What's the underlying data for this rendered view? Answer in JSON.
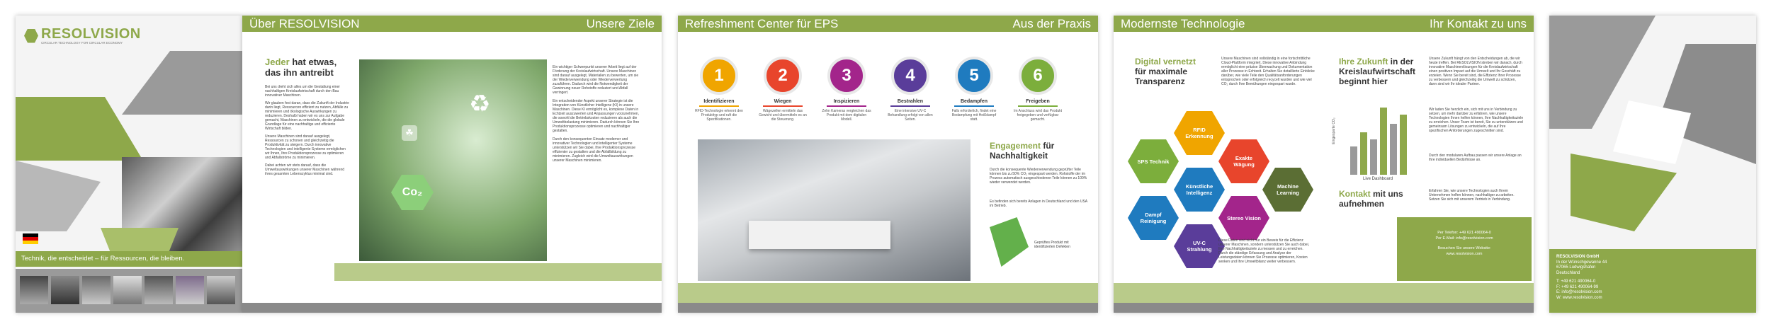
{
  "cover": {
    "brand": "RESOLVISION",
    "tagline": "CIRCULAR TECHNOLOGY FOR CIRCULAR ECONOMY",
    "slogan": "Technik, die entscheidet – für Ressourcen, die bleiben."
  },
  "spread1": {
    "left_title": "Über RESOLVISION",
    "right_title": "Unsere Ziele",
    "heading_accent": "Jeder",
    "heading_rest": "hat etwas,",
    "heading_line2": "das ihn antreibt",
    "paragraphs": [
      "Bei uns dreht sich alles um die Gestaltung einer nachhaltigen Kreislaufwirtschaft durch den Bau innovativer Maschinen.",
      "Wir glauben fest daran, dass die Zukunft der Industrie darin liegt, Ressourcen effizient zu nutzen, Abfälle zu minimieren und ökologische Auswirkungen zu reduzieren. Deshalb haben wir es uns zur Aufgabe gemacht, Maschinen zu entwickeln, die die globale Grundlage für eine nachhaltige und effiziente Wirtschaft bilden.",
      "Unsere Maschinen sind darauf ausgelegt, Ressourcen zu schonen und gleichzeitig die Produktivität zu steigern. Durch innovative Technologien und intelligente Systeme ermöglichen wir Ihnen, Ihre Produktionsprozesse zu optimieren und Abfallströme zu minimieren.",
      "Dabei achten wir stets darauf, dass die Umweltauswirkungen unserer Maschinen während ihres gesamten Lebenszyklus minimal sind."
    ],
    "right_paragraphs": [
      "Ein wichtiger Schwerpunkt unserer Arbeit liegt auf der Förderung der Kreislaufwirtschaft. Unsere Maschinen sind darauf ausgelegt, Materialien zu bewerten, um sie der Wiederverwendung oder Wiederverwertung zuzuführen. Dadurch wird die Notwendigkeit der Gewinnung neuer Rohstoffe reduziert und Abfall verringert.",
      "Ein entscheidender Aspekt unserer Strategie ist die Integration von Künstlicher Intelligenz (KI) in unsere Maschinen. Diese KI ermöglicht es, komplexe Daten in Echtzeit auszuwerten und Anpassungen vorzunehmen, die sowohl die Betriebskosten reduzieren als auch die Umweltbelastung minimieren. Dadurch können Sie Ihre Produktionsprozesse optimieren und nachhaltiger gestalten.",
      "Durch den konsequenten Einsatz moderner und innovativer Technologien und intelligenter Systeme unterstützen wir Sie dabei, Ihre Produktionsprozesse effizienter zu gestalten und die Abfallbildung zu minimieren. Zugleich wird die Umweltauswirkungen unserer Maschinen minimieren."
    ],
    "co2_label": "Co₂"
  },
  "spread2": {
    "left_title": "Refreshment Center für EPS",
    "right_title": "Aus der Praxis",
    "steps": [
      {
        "num": "1",
        "label": "Identifizieren",
        "desc": "RFID-Technologie erkennt den Produkttyp und ruft die Spezifikationen.",
        "color": "#f0a500"
      },
      {
        "num": "2",
        "label": "Wiegen",
        "desc": "Wägezellen ermitteln das Gewicht und übermitteln es an die Steuerung.",
        "color": "#e8452c"
      },
      {
        "num": "3",
        "label": "Inspizieren",
        "desc": "Zehn Kameras vergleichen das Produkt mit dem digitalen Modell.",
        "color": "#a3258b"
      },
      {
        "num": "4",
        "label": "Bestrahlen",
        "desc": "Eine intensive UV-C Behandlung erfolgt von allen Seiten.",
        "color": "#5a3d9a"
      },
      {
        "num": "5",
        "label": "Bedampfen",
        "desc": "Falls erforderlich, findet eine Bedampfung mit Heißdampf statt.",
        "color": "#1f7bbf"
      },
      {
        "num": "6",
        "label": "Freigeben",
        "desc": "Im Anschluss wird das Produkt freigegeben und verfügbar gemacht.",
        "color": "#7cae3c"
      }
    ],
    "engagement_accent": "Engagement",
    "engagement_rest": "für Nachhaltigkeit",
    "engagement_text": "Durch die konsequente Wiederverwendung geprüfter Teile können bis zu 50% CO₂ eingespart werden. Rohstoffe der im Prozess automatisch ausgeschiedenen Teile können zu 100% wieder verwendet werden.",
    "engagement_text2": "Es befinden sich bereits Anlagen in Deutschland und den USA im Betrieb.",
    "caption": "Geprüftes Produkt mit identifizierten Defekten"
  },
  "spread3": {
    "left_title": "Modernste Technologie",
    "right_title": "Ihr Kontakt zu uns",
    "digital_accent": "Digital vernetzt",
    "digital_rest1": "für maximale",
    "digital_rest2": "Transparenz",
    "digital_text": "Unsere Maschinen sind vollständig in eine fortschrittliche Cloud-Plattform integriert. Diese innovative Anbindung ermöglicht eine präzise Überwachung und Dokumentation aller Prozesse in Echtzeit. Erhalten Sie detaillierte Einblicke darüber, wie viele Teile den Qualitätsanforderungen entsprochen oder erfolgreich recycelt wurden und wie viel CO₂ durch Ihre Bemühungen eingespart wurde.",
    "digital_text2": "Diese Daten sind nicht nur ein Beweis für die Effizienz unserer Maschinen, sondern unterstützen Sie auch dabei, Ihre Nachhaltigkeitsziele zu messen und zu erreichen. Durch die ständige Erfassung und Analyse der Leistungsdaten können Sie Prozesse optimieren, Kosten senken und Ihre Umweltbilanz weiter verbessern.",
    "hexes": [
      {
        "label": "RFID Erkennung",
        "color": "#f0a500"
      },
      {
        "label": "SPS Technik",
        "color": "#7cae3c"
      },
      {
        "label": "Exakte Wägung",
        "color": "#e8452c"
      },
      {
        "label": "Künstliche Intelligenz",
        "color": "#1f7bbf"
      },
      {
        "label": "Machine Learning",
        "color": "#5b6e34"
      },
      {
        "label": "Dampf Reinigung",
        "color": "#1f7bbf"
      },
      {
        "label": "Stereo Vision",
        "color": "#a3258b"
      },
      {
        "label": "UV-C Strahlung",
        "color": "#5a3d9a"
      }
    ],
    "future_accent": "Ihre Zukunft",
    "future_rest1": "in der",
    "future_rest2": "Kreislaufwirtschaft",
    "future_rest3": "beginnt hier",
    "future_text": "Unsere Zukunft hängt von den Entscheidungen ab, die wir heute treffen. Bei RESOLVISION streben wir danach, durch innovative Maschinenlösungen für die Kreislaufwirtschaft einen positiven Impact auf die Umwelt und Ihr Geschäft zu erzielen. Wenn Sie bereit sind, die Effizienz Ihrer Prozesse zu verbessern und gleichzeitig die Umwelt zu schützen, dann sind wir Ihr idealer Partner.",
    "future_text2": "Wir laden Sie herzlich ein, sich mit uns in Verbindung zu setzen, um mehr darüber zu erfahren, wie unsere Technologien Ihnen helfen können, Ihre Nachhaltigkeitsziele zu erreichen. Unser Team ist bereit, Sie zu unterstützen und gemeinsam Lösungen zu entwickeln, die auf Ihre spezifischen Anforderungen zugeschnitten sind.",
    "future_text3": "Durch den modularen Aufbau passen wir unsere Anlage an Ihre individuellen Bedürfnisse an.",
    "contact_accent": "Kontakt",
    "contact_rest1": "mit uns",
    "contact_rest2": "aufnehmen",
    "contact_text": "Erfahren Sie, wie unsere Technologien auch Ihrem Unternehmen helfen können, nachhaltiger zu arbeiten. Setzen Sie sich mit unserem Vertrieb in Verbindung.",
    "contact_box": [
      "Per Telefon: +49 621 490064-0",
      "Per E-Mail: info@resolvision.com",
      "Besuchen Sie unsere Website:",
      "www.resolvision.com"
    ],
    "dashboard_label": "Live Dashboard",
    "chart_ylabel": "Eingesparte CO₂"
  },
  "back": {
    "company": "RESOLVISION GmbH",
    "address": [
      "In der Wünschgewanne 44",
      "67065 Ludwigshafen",
      "Deutschland"
    ],
    "contacts": [
      "T: +49 621 490064-0",
      "F: +49 621 490064-99",
      "E: info@resolvision.com",
      "W: www.resolvision.com"
    ]
  }
}
